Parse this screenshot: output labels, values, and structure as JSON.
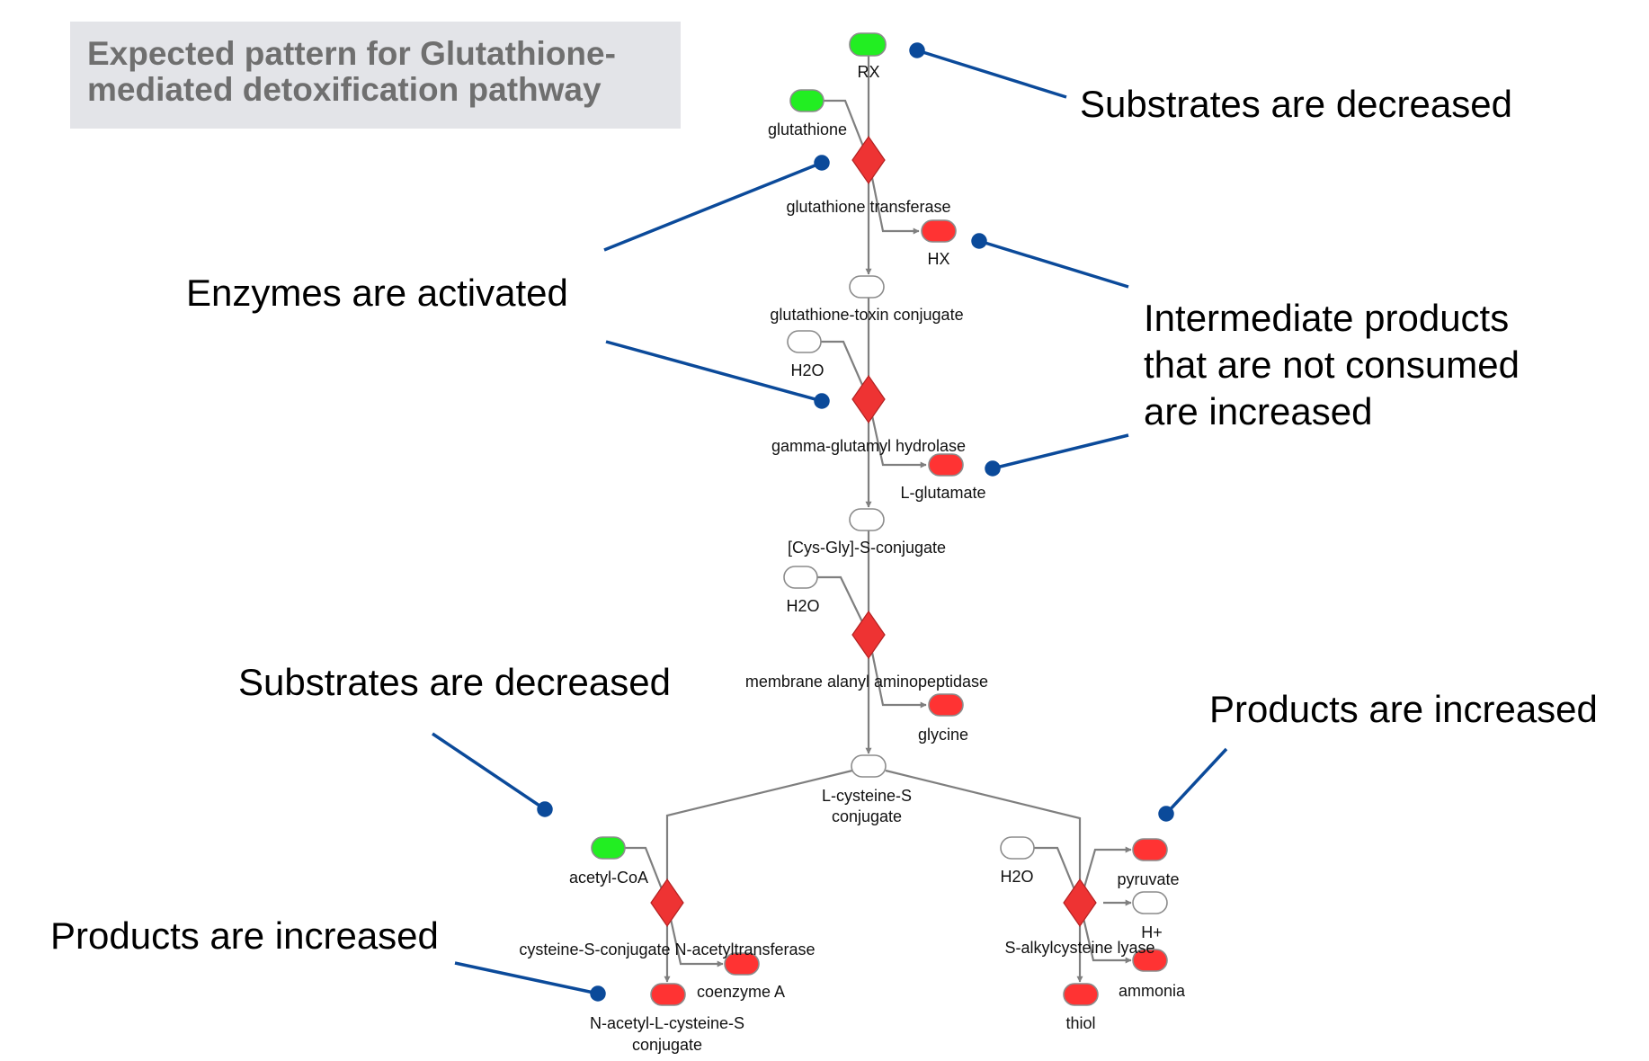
{
  "title": {
    "line1": "Expected pattern for Glutathione-",
    "line2": "mediated detoxification pathway"
  },
  "colors": {
    "decreased": "#22ee22",
    "increased": "#ff3333",
    "unchanged": "#ffffff",
    "enzyme": "#ee3333",
    "edge": "#7f7f7f",
    "callout_line": "#0b4a9a",
    "title_bg": "#e3e4e8",
    "title_text": "#6f6f6f"
  },
  "callouts": {
    "substrates_top": "Substrates are decreased",
    "enzymes": "Enzymes are activated",
    "intermediate_1": "Intermediate products",
    "intermediate_2": "that are not consumed",
    "intermediate_3": "are increased",
    "substrates_bottom": "Substrates are decreased",
    "products_right": "Products are increased",
    "products_left": "Products are increased"
  },
  "pathway": {
    "metabolites": [
      {
        "id": "rx",
        "label": "RX",
        "state": "decreased"
      },
      {
        "id": "glutathione",
        "label": "glutathione",
        "state": "decreased"
      },
      {
        "id": "hx",
        "label": "HX",
        "state": "increased"
      },
      {
        "id": "gtc",
        "label": "glutathione-toxin conjugate",
        "state": "unchanged"
      },
      {
        "id": "h2o_1",
        "label": "H2O",
        "state": "unchanged"
      },
      {
        "id": "lglu",
        "label": "L-glutamate",
        "state": "increased"
      },
      {
        "id": "cysgly",
        "label": "[Cys-Gly]-S-conjugate",
        "state": "unchanged"
      },
      {
        "id": "h2o_2",
        "label": "H2O",
        "state": "unchanged"
      },
      {
        "id": "glycine",
        "label": "glycine",
        "state": "increased"
      },
      {
        "id": "lcys",
        "label": "L-cysteine-S",
        "label2": "conjugate",
        "state": "unchanged"
      },
      {
        "id": "acetylcoa",
        "label": "acetyl-CoA",
        "state": "decreased"
      },
      {
        "id": "coa",
        "label": "coenzyme A",
        "state": "increased"
      },
      {
        "id": "nac",
        "label": "N-acetyl-L-cysteine-S",
        "label2": "conjugate",
        "state": "increased"
      },
      {
        "id": "h2o_3",
        "label": "H2O",
        "state": "unchanged"
      },
      {
        "id": "pyruvate",
        "label": "pyruvate",
        "state": "increased"
      },
      {
        "id": "hplus",
        "label": "H+",
        "state": "unchanged"
      },
      {
        "id": "ammonia",
        "label": "ammonia",
        "state": "increased"
      },
      {
        "id": "thiol",
        "label": "thiol",
        "state": "increased"
      }
    ],
    "enzymes": [
      {
        "id": "gst",
        "label": "glutathione transferase",
        "state": "activated"
      },
      {
        "id": "ggh",
        "label": "gamma-glutamyl hydrolase",
        "state": "activated"
      },
      {
        "id": "map",
        "label": "membrane alanyl aminopeptidase",
        "state": "activated"
      },
      {
        "id": "nat",
        "label": "cysteine-S-conjugate N-acetyltransferase",
        "state": "activated"
      },
      {
        "id": "lyase",
        "label": "S-alkylcysteine lyase",
        "state": "activated"
      }
    ]
  }
}
